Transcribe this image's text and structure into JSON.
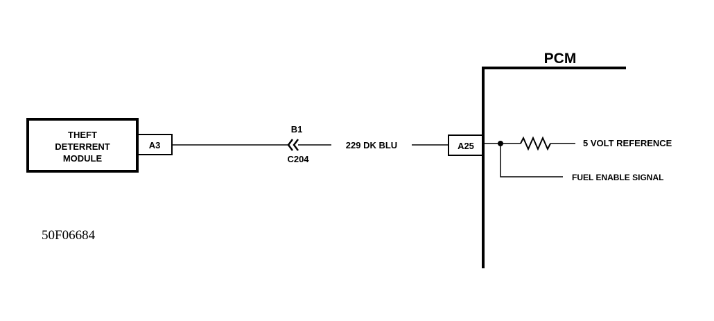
{
  "diagram": {
    "module_name": {
      "line1": "THEFT",
      "line2": "DETERRENT",
      "line3": "MODULE"
    },
    "module_pin": "A3",
    "connector": {
      "cavity": "B1",
      "id": "C204"
    },
    "circuit": "229 DK BLU",
    "pcm": {
      "title": "PCM",
      "pin": "A25",
      "reference": "5 VOLT REFERENCE",
      "signal": "FUEL ENABLE SIGNAL"
    },
    "figure_id": "50F06684"
  }
}
